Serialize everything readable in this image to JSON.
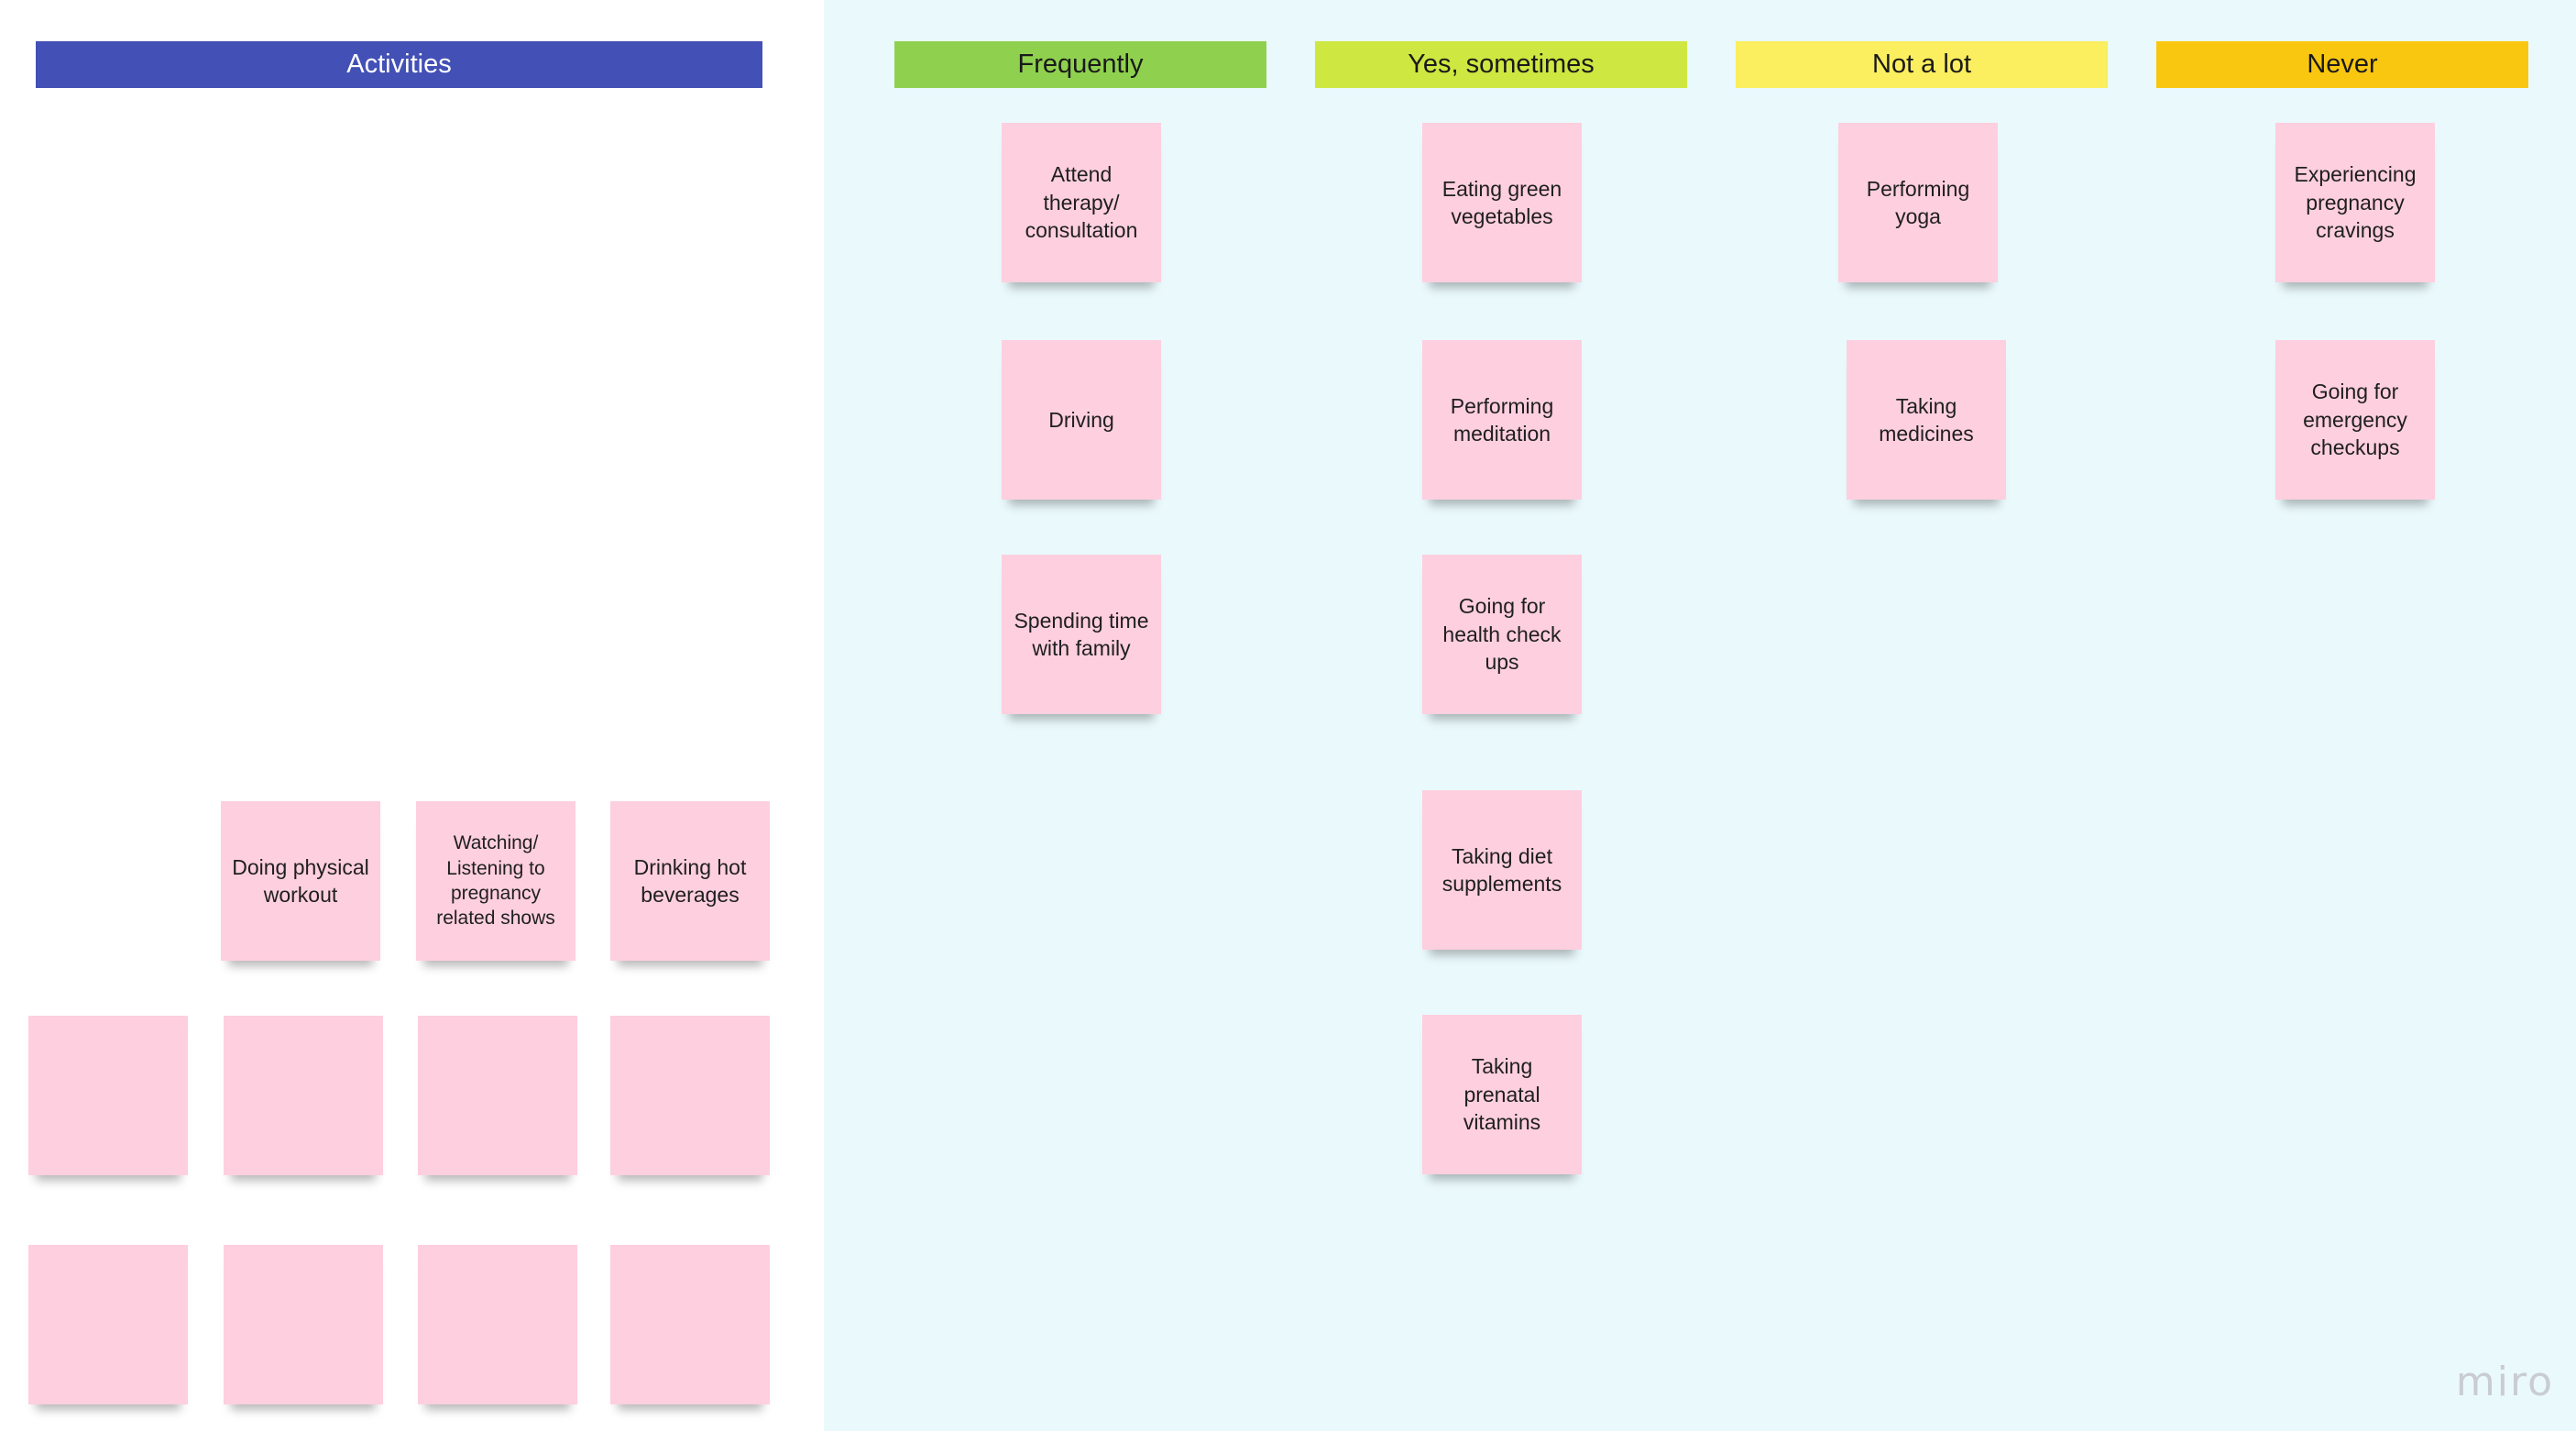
{
  "headers": {
    "activities": "Activities",
    "frequently": "Frequently",
    "sometimes": "Yes, sometimes",
    "not_a_lot": "Not a lot",
    "never": "Never"
  },
  "frequently": [
    "Attend therapy/ consultation",
    "Driving",
    "Spending time with family"
  ],
  "sometimes": [
    "Eating green vegetables",
    "Performing meditation",
    "Going for health check ups",
    "Taking diet supplements",
    "Taking prenatal vitamins"
  ],
  "not_a_lot": [
    "Performing yoga",
    "Taking medicines"
  ],
  "never": [
    "Experiencing pregnancy cravings",
    "Going for emergency checkups"
  ],
  "activities": [
    "Doing physical workout",
    "Watching/ Listening to pregnancy related shows",
    "Drinking hot beverages"
  ],
  "brand": "miro",
  "colors": {
    "activities_header": "#4350b5",
    "frequently_header": "#8fd14f",
    "sometimes_header": "#cee741",
    "not_a_lot_header": "#fbee5f",
    "never_header": "#fac710",
    "sticky_note": "#fecfdf",
    "right_background": "#eaf9fc"
  }
}
